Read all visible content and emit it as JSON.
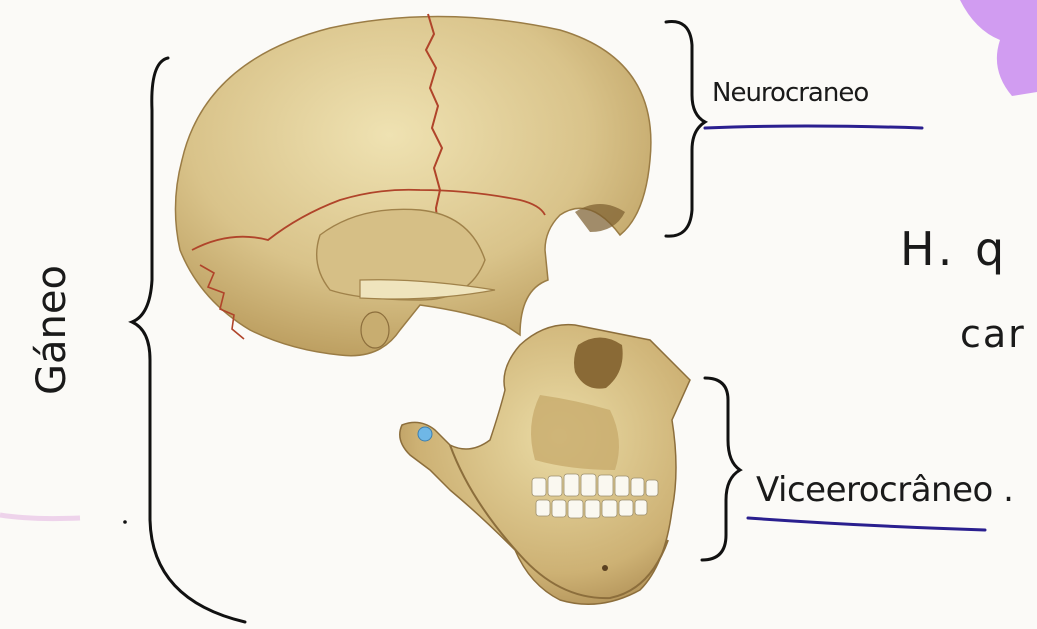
{
  "labels": {
    "neurocranium": "Neurocraneo",
    "viscerocranium": "Viceerocrâneo .",
    "cranium": "Gáneo"
  },
  "notes": {
    "line1": "H. q",
    "line2": "car"
  },
  "colors": {
    "paper": "#fbfaf7",
    "ink": "#1a1a1a",
    "underline": "#2a1f8f",
    "highlighter": "#c98bf0",
    "bone": "#d8c38a",
    "suture": "#b0442a"
  }
}
